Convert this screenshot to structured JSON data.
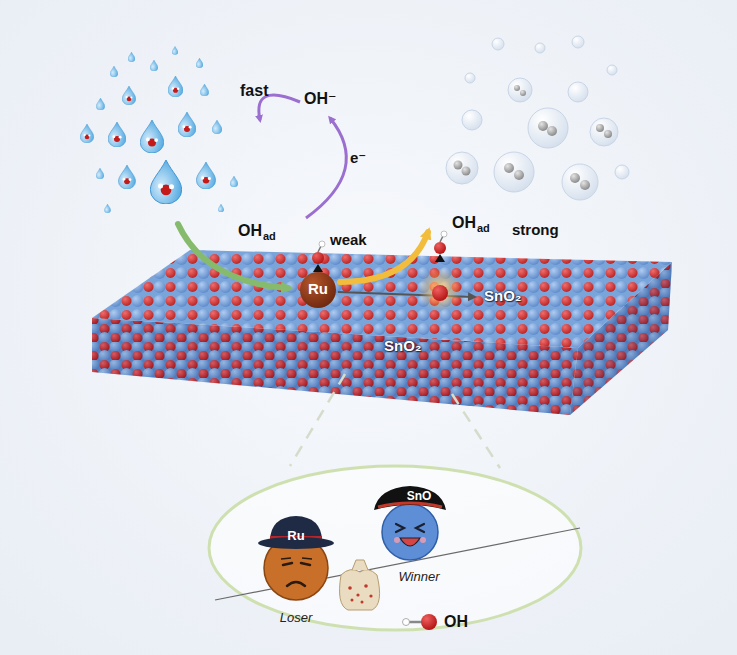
{
  "diagram": {
    "nodes": [
      {
        "text": [
          "Ru"
        ]
      },
      {
        "text": [
          "Ru",
          "Loser"
        ]
      },
      {
        "text": [
          "SnO",
          "Winner"
        ]
      }
    ],
    "labels": [
      "fast",
      "OH⁻",
      "e⁻",
      "OH",
      "ad",
      "weak",
      "OH",
      "ad",
      "strong",
      "SnO₂",
      "SnO₂",
      "OH"
    ]
  }
}
